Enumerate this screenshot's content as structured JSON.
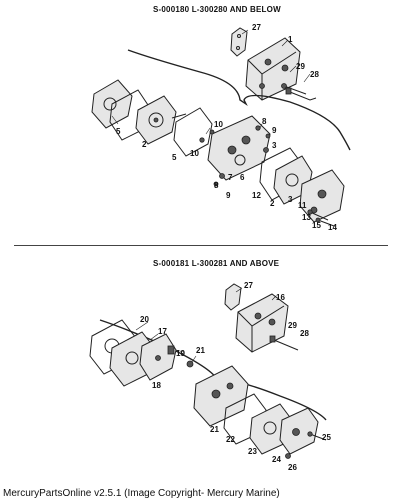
{
  "headings": {
    "top": "S-000180  L-300280 AND BELOW",
    "bottom": "S-000181  L-300281 AND ABOVE"
  },
  "callouts_top": [
    "27",
    "1",
    "29",
    "28",
    "5",
    "2",
    "5",
    "10",
    "10",
    "8",
    "9",
    "3",
    "6",
    "7",
    "8",
    "9",
    "12",
    "2",
    "3",
    "11",
    "13",
    "15",
    "14"
  ],
  "callouts_bottom": [
    "27",
    "16",
    "20",
    "17",
    "29",
    "28",
    "19",
    "21",
    "18",
    "21",
    "22",
    "23",
    "24",
    "25",
    "26"
  ],
  "footer": "MercuryPartsOnline v2.5.1 (Image Copyright- Mercury Marine)"
}
